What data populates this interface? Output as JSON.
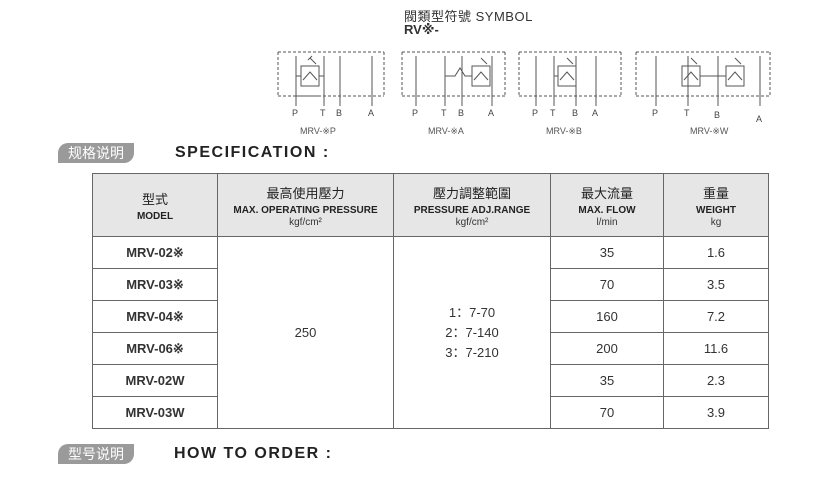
{
  "symbol": {
    "title": "閥類型符號  SYMBOL",
    "code": "RV※-",
    "diagrams": [
      {
        "label": "MRV-※P",
        "ports": [
          "P",
          "T",
          "B",
          "A"
        ]
      },
      {
        "label": "MRV-※A",
        "ports": [
          "P",
          "T",
          "B",
          "A"
        ]
      },
      {
        "label": "MRV-※B",
        "ports": [
          "P",
          "T",
          "B",
          "A"
        ]
      },
      {
        "label": "MRV-※W",
        "ports": [
          "P",
          "T",
          "B",
          "A"
        ]
      }
    ]
  },
  "spec_section": {
    "badge": "规格说明",
    "title": "SPECIFICATION :"
  },
  "table": {
    "headers": [
      {
        "zh": "型式",
        "en": "MODEL",
        "unit": ""
      },
      {
        "zh": "最高使用壓力",
        "en": "MAX. OPERATING PRESSURE",
        "unit": "kgf/cm²"
      },
      {
        "zh": "壓力調整範圍",
        "en": "PRESSURE ADJ.RANGE",
        "unit": "kgf/cm²"
      },
      {
        "zh": "最大流量",
        "en": "MAX. FLOW",
        "unit": "l/min"
      },
      {
        "zh": "重量",
        "en": "WEIGHT",
        "unit": "kg"
      }
    ],
    "pressure": "250",
    "range": [
      "1：7-70",
      "2：7-140",
      "3：7-210"
    ],
    "rows": [
      {
        "model": "MRV-02※",
        "flow": "35",
        "weight": "1.6"
      },
      {
        "model": "MRV-03※",
        "flow": "70",
        "weight": "3.5"
      },
      {
        "model": "MRV-04※",
        "flow": "160",
        "weight": "7.2"
      },
      {
        "model": "MRV-06※",
        "flow": "200",
        "weight": "11.6"
      },
      {
        "model": "MRV-02W",
        "flow": "35",
        "weight": "2.3"
      },
      {
        "model": "MRV-03W",
        "flow": "70",
        "weight": "3.9"
      }
    ]
  },
  "order_section": {
    "badge": "型号说明",
    "title": "HOW TO ORDER :"
  }
}
